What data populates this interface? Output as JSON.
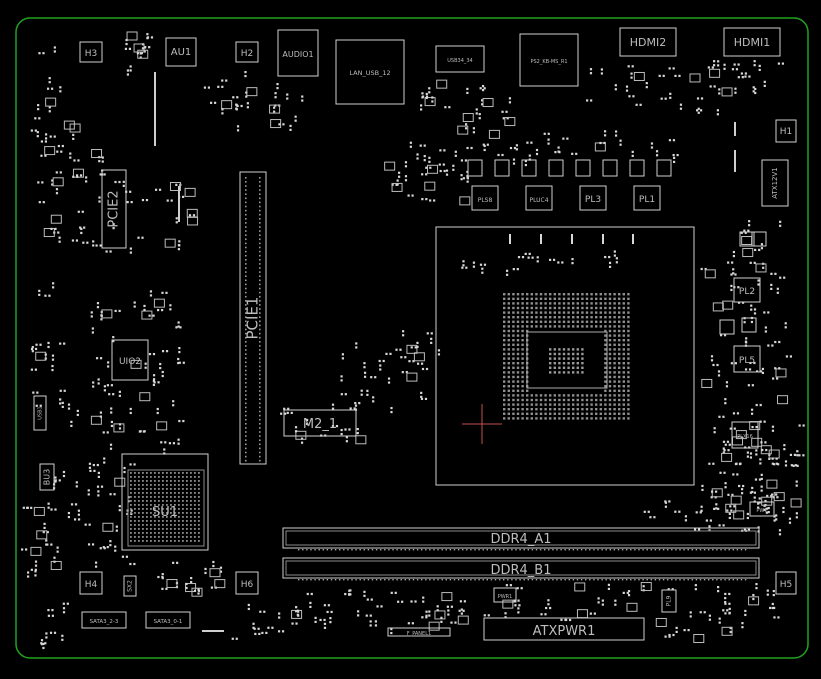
{
  "colors": {
    "background": "#000000",
    "board_outline": "#1fa31f",
    "silkscreen": "#cfcfcf",
    "cursor": "#c0504d"
  },
  "labels": {
    "h3": "H3",
    "au1": "AU1",
    "h2": "H2",
    "audio1": "AUDIO1",
    "lan_usb": "LAN_USB_12",
    "usb34": "USB34_34",
    "ps2": "PS2_KB-MS_R1",
    "hdmi2": "HDMI2",
    "hdmi1": "HDMI1",
    "h1": "H1",
    "pcie2": "PCIE2",
    "pcie1": "PCIE1",
    "uio2": "UIO2",
    "pls8": "PLS8",
    "pls4": "PLUC4",
    "pl3": "PL3",
    "pl1": "PL1",
    "atx12v": "ATX12V1",
    "pl2": "PL2",
    "pl5": "PL5",
    "plx": "PLX16",
    "m2": "M2_1",
    "bu3": "BU3",
    "su1": "SU1",
    "ddr_a1": "DDR4_A1",
    "ddr_b1": "DDR4_B1",
    "h4": "H4",
    "h6": "H6",
    "h5": "H5",
    "sata_a": "SATA3_2-3",
    "sata_b": "SATA3_0-1",
    "atxpwr": "ATXPWR1",
    "sx2": "SX2",
    "pwr1": "PWR1",
    "pl9": "PL9",
    "usb_front": "USB1",
    "f_panel": "F_PANEL1",
    "pw1": "PW1"
  }
}
